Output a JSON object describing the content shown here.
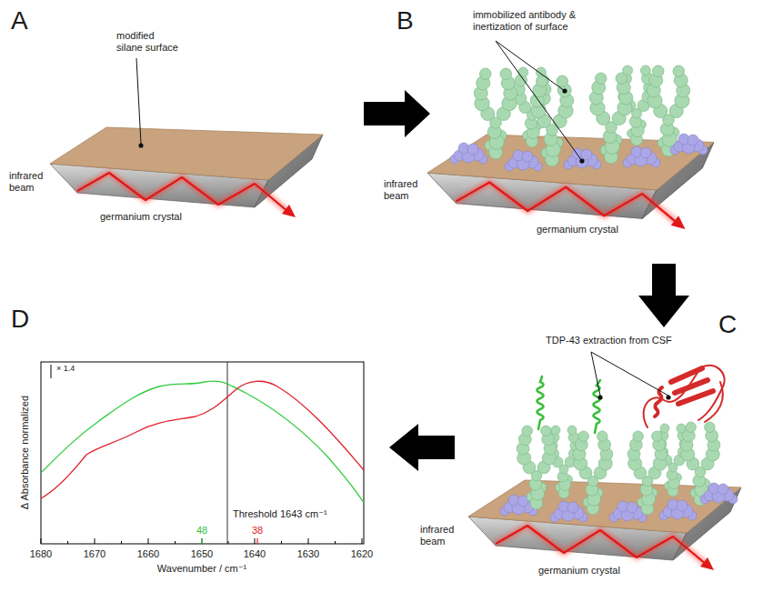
{
  "diagram": {
    "labels": [
      "A",
      "modified silane surface",
      "infrared beam",
      "germanium crystal",
      "B",
      "immobilized antibody & inertization of surface",
      "infrared beam",
      "germanium crystal",
      "C",
      "TDP-43 extraction from CSF",
      "infrared beam",
      "germanium crystal",
      "D",
      "× 1.4",
      "Δ Absorbance normalized",
      "Threshold 1643 cm⁻¹",
      "48",
      "38",
      "1680",
      "1670",
      "1660",
      "1650",
      "1640",
      "1630",
      "1620",
      "Wavenumber / cm⁻¹"
    ]
  }
}
